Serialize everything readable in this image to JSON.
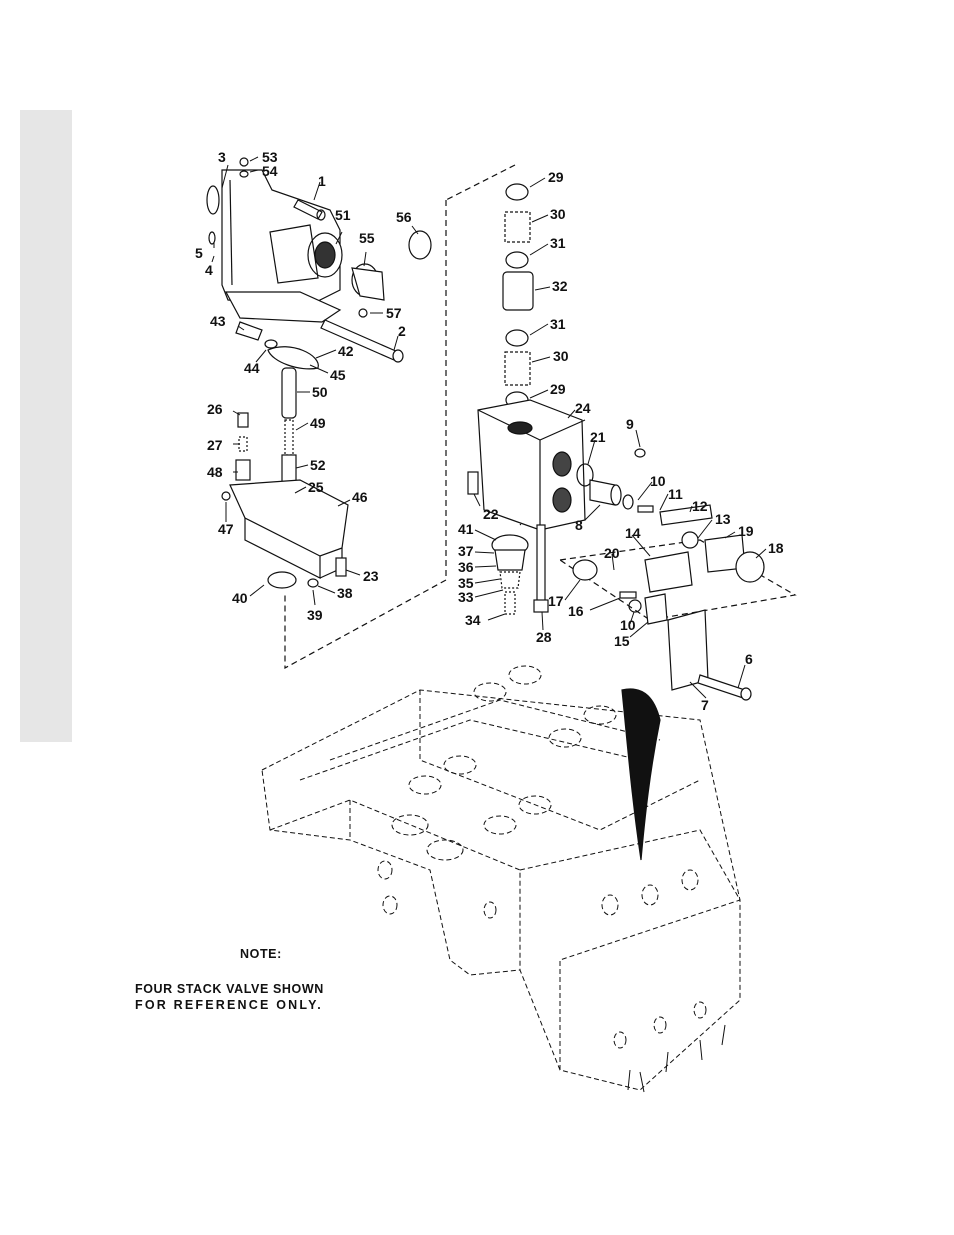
{
  "note": {
    "heading": "NOTE:",
    "line1": "FOUR STACK VALVE SHOWN",
    "line2": "FOR REFERENCE ONLY."
  },
  "callouts": [
    {
      "id": "c3",
      "text": "3"
    },
    {
      "id": "c53",
      "text": "53"
    },
    {
      "id": "c54",
      "text": "54"
    },
    {
      "id": "c1",
      "text": "1"
    },
    {
      "id": "c51",
      "text": "51"
    },
    {
      "id": "c56",
      "text": "56"
    },
    {
      "id": "c55",
      "text": "55"
    },
    {
      "id": "c5",
      "text": "5"
    },
    {
      "id": "c4",
      "text": "4"
    },
    {
      "id": "c57",
      "text": "57"
    },
    {
      "id": "c43",
      "text": "43"
    },
    {
      "id": "c2",
      "text": "2"
    },
    {
      "id": "c42",
      "text": "42"
    },
    {
      "id": "c44",
      "text": "44"
    },
    {
      "id": "c45",
      "text": "45"
    },
    {
      "id": "c50",
      "text": "50"
    },
    {
      "id": "c26",
      "text": "26"
    },
    {
      "id": "c49",
      "text": "49"
    },
    {
      "id": "c27",
      "text": "27"
    },
    {
      "id": "c48",
      "text": "48"
    },
    {
      "id": "c52",
      "text": "52"
    },
    {
      "id": "c25",
      "text": "25"
    },
    {
      "id": "c46",
      "text": "46"
    },
    {
      "id": "c47",
      "text": "47"
    },
    {
      "id": "c23",
      "text": "23"
    },
    {
      "id": "c40",
      "text": "40"
    },
    {
      "id": "c38",
      "text": "38"
    },
    {
      "id": "c39",
      "text": "39"
    },
    {
      "id": "c29a",
      "text": "29"
    },
    {
      "id": "c30a",
      "text": "30"
    },
    {
      "id": "c31a",
      "text": "31"
    },
    {
      "id": "c32",
      "text": "32"
    },
    {
      "id": "c31b",
      "text": "31"
    },
    {
      "id": "c30b",
      "text": "30"
    },
    {
      "id": "c29b",
      "text": "29"
    },
    {
      "id": "c24",
      "text": "24"
    },
    {
      "id": "c21",
      "text": "21"
    },
    {
      "id": "c9",
      "text": "9"
    },
    {
      "id": "c10a",
      "text": "10"
    },
    {
      "id": "c11",
      "text": "11"
    },
    {
      "id": "c22",
      "text": "22"
    },
    {
      "id": "c8",
      "text": "8"
    },
    {
      "id": "c12",
      "text": "12"
    },
    {
      "id": "c13",
      "text": "13"
    },
    {
      "id": "c19",
      "text": "19"
    },
    {
      "id": "c41",
      "text": "41"
    },
    {
      "id": "c14",
      "text": "14"
    },
    {
      "id": "c18",
      "text": "18"
    },
    {
      "id": "c37",
      "text": "37"
    },
    {
      "id": "c20",
      "text": "20"
    },
    {
      "id": "c36",
      "text": "36"
    },
    {
      "id": "c35",
      "text": "35"
    },
    {
      "id": "c33",
      "text": "33"
    },
    {
      "id": "c17",
      "text": "17"
    },
    {
      "id": "c16",
      "text": "16"
    },
    {
      "id": "c34",
      "text": "34"
    },
    {
      "id": "c10b",
      "text": "10"
    },
    {
      "id": "c28",
      "text": "28"
    },
    {
      "id": "c15",
      "text": "15"
    },
    {
      "id": "c6",
      "text": "6"
    },
    {
      "id": "c7",
      "text": "7"
    }
  ]
}
